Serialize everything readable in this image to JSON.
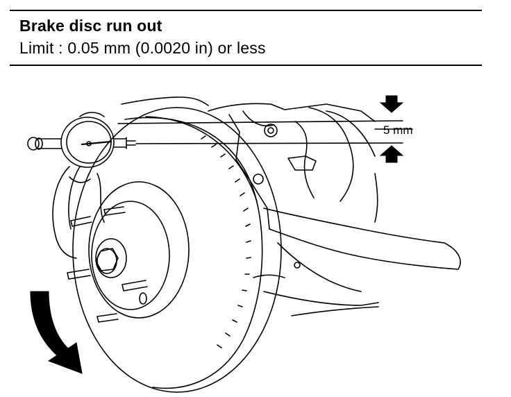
{
  "spec": {
    "title": "Brake disc run out",
    "limit": "Limit : 0.05 mm (0.0020 in) or less"
  },
  "figure": {
    "dimension_label": "5 mm",
    "icons": {
      "upper_arrow": "arrow-down-icon",
      "lower_arrow": "arrow-up-icon",
      "rotation": "rotation-arrow-icon",
      "gauge": "dial-indicator-icon"
    },
    "colors": {
      "ink": "#000000",
      "paper": "#ffffff"
    }
  }
}
